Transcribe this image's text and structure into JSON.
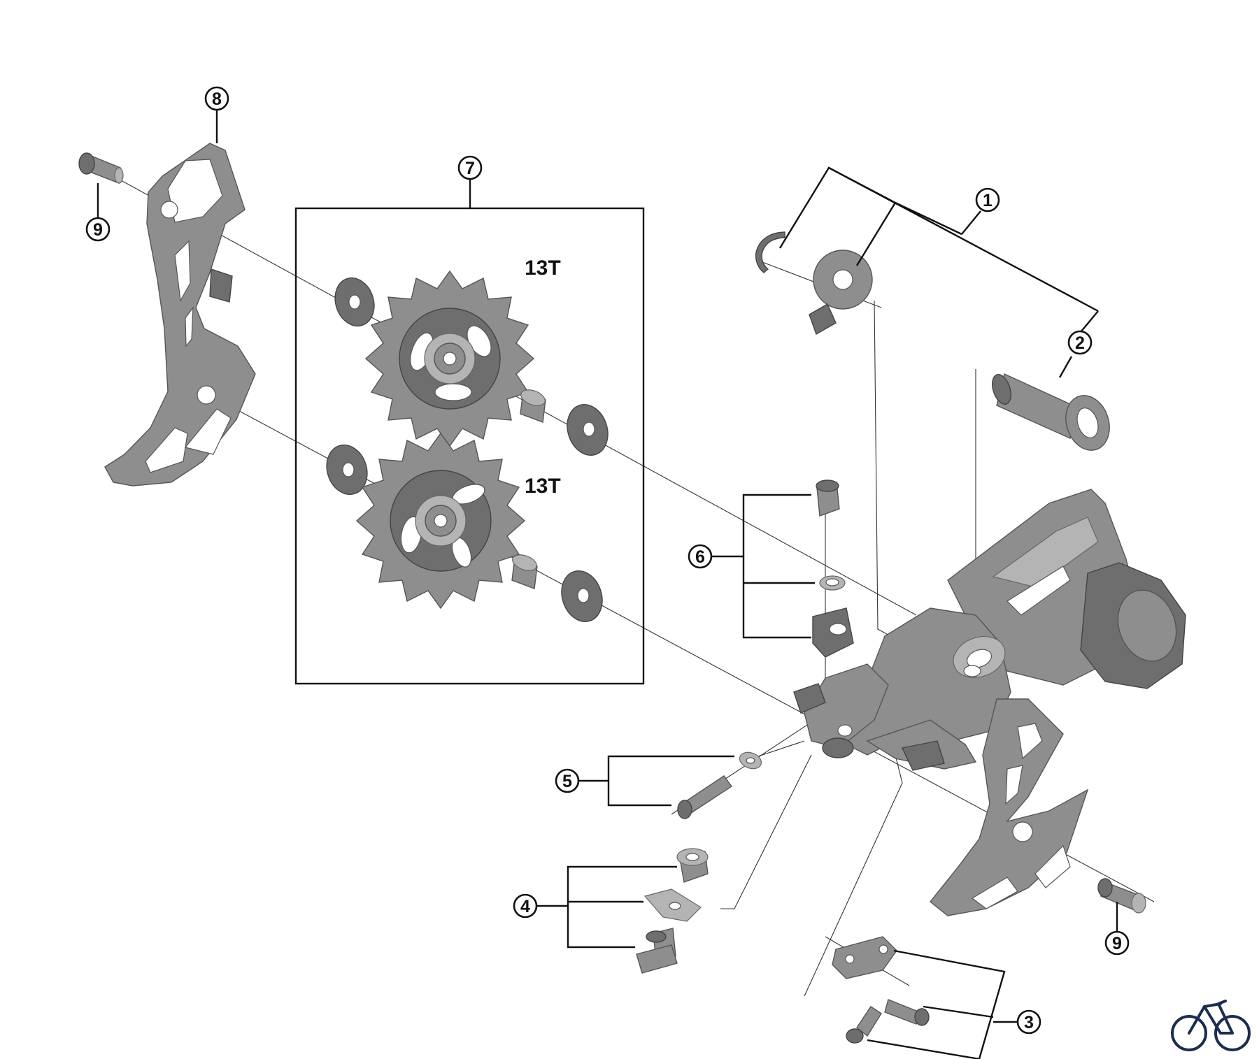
{
  "diagram": {
    "callouts": {
      "c1": "1",
      "c2": "2",
      "c3": "3",
      "c4": "4",
      "c5": "5",
      "c6": "6",
      "c7": "7",
      "c8": "8",
      "c9a": "9",
      "c9b": "9"
    },
    "pulley_upper_teeth": "13T",
    "pulley_lower_teeth": "13T",
    "logo_icon": "bicycle-icon"
  }
}
